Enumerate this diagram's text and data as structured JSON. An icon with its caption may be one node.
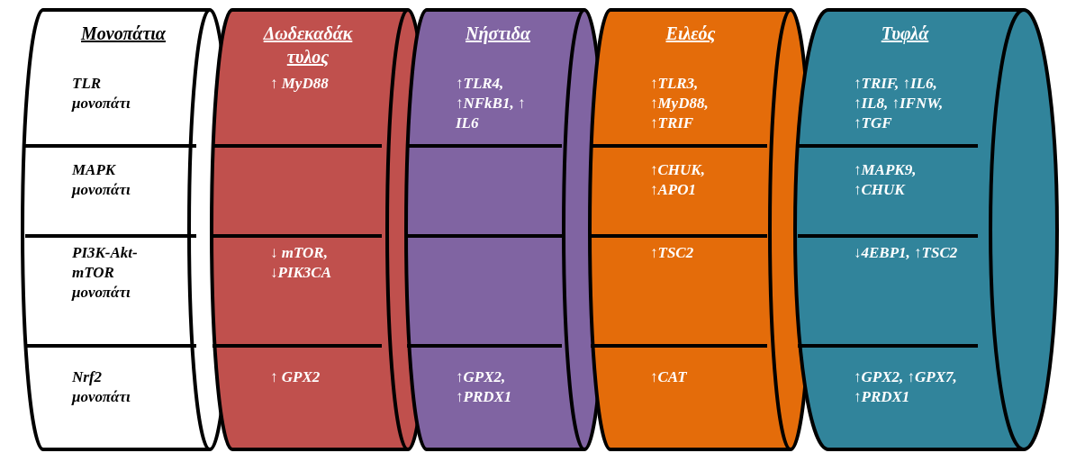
{
  "diagram": {
    "nodes": [
      {
        "text": [
          "Μονοπάτια"
        ]
      },
      {
        "text": [
          "TLR μονοπάτι"
        ],
        "in": 0
      },
      {
        "text": [
          "MAPK μονοπάτι"
        ],
        "in": 0
      },
      {
        "text": [
          "PI3K-Akt-mTOR μονοπάτι"
        ],
        "in": 0
      },
      {
        "text": [
          "Nrf2 μονοπάτι"
        ],
        "in": 0
      },
      {
        "text": [
          "Δωδεκαδάκτυλος"
        ]
      },
      {
        "text": [
          "↑ MyD88"
        ],
        "in": 5
      },
      {
        "text": [],
        "shape": "box",
        "in": 5
      },
      {
        "text": [
          "↓ mTOR, ↓PIK3CA"
        ],
        "in": 5
      },
      {
        "text": [
          "↑ GPX2"
        ],
        "in": 5
      },
      {
        "text": [
          "Νήστιδα"
        ]
      },
      {
        "text": [
          "↑TLR4, ↑NFkB1, ↑ IL6"
        ],
        "in": 10
      },
      {
        "text": [],
        "shape": "box",
        "in": 10
      },
      {
        "text": [],
        "shape": "box",
        "in": 10
      },
      {
        "text": [
          "↑GPX2, ↑PRDX1"
        ],
        "in": 10
      },
      {
        "text": [
          "Ειλεός"
        ]
      },
      {
        "text": [
          "↑TLR3, ↑MyD88, ↑TRIF"
        ],
        "in": 15
      },
      {
        "text": [
          "↑CHUK, ↑APO1"
        ],
        "in": 15
      },
      {
        "text": [
          "↑TSC2"
        ],
        "in": 15
      },
      {
        "text": [
          "↑CAT"
        ],
        "in": 15
      },
      {
        "text": [
          "Τυφλά"
        ]
      },
      {
        "text": [
          "↑TRIF, ↑IL6, ↑IL8, ↑IFNW, ↑TGF"
        ],
        "in": 20
      },
      {
        "text": [
          "↑MAPK9, ↑CHUK"
        ],
        "in": 20
      },
      {
        "text": [
          "↓4EBP1, ↑TSC2"
        ],
        "in": 20
      },
      {
        "text": [
          "↑GPX2, ↑GPX7, ↑PRDX1"
        ],
        "in": 20
      }
    ],
    "edges": []
  }
}
